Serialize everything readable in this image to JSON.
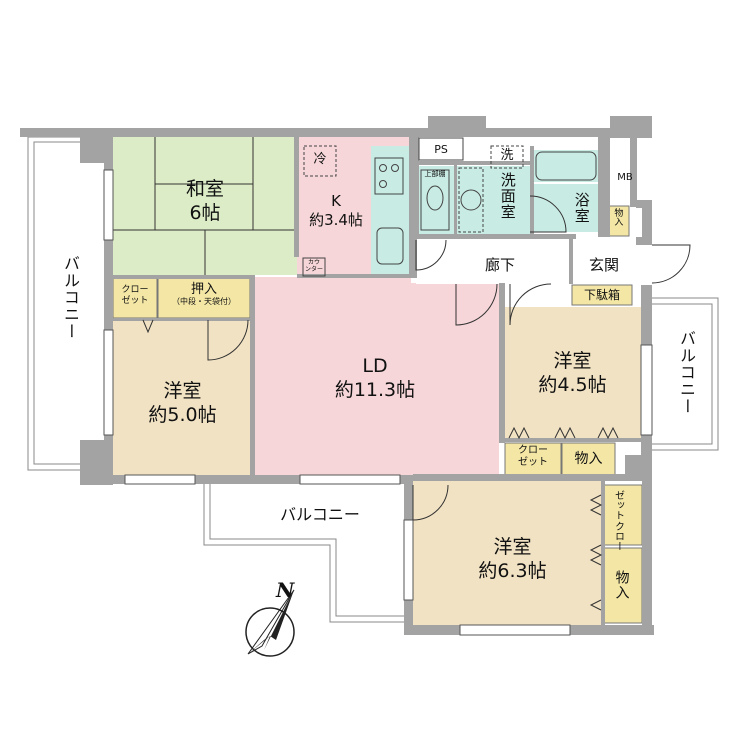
{
  "rooms": {
    "washitsu": {
      "name": "和室",
      "size": "6帖"
    },
    "kitchen": {
      "name": "K",
      "size": "約3.4帖"
    },
    "ld": {
      "name": "LD",
      "size": "約11.3帖"
    },
    "youshitsu_left": {
      "name": "洋室",
      "size": "約5.0帖"
    },
    "youshitsu_right": {
      "name": "洋室",
      "size": "約4.5帖"
    },
    "youshitsu_bottom": {
      "name": "洋室",
      "size": "約6.3帖"
    },
    "washroom": {
      "name": "洗面室"
    },
    "bathroom": {
      "name": "浴室"
    },
    "hallway": {
      "name": "廊下"
    },
    "entrance": {
      "name": "玄関"
    }
  },
  "storage": {
    "oshiire": {
      "name": "押入",
      "note": "（中段・天袋付）"
    },
    "closet_left": {
      "line1": "クロー",
      "line2": "ゼット"
    },
    "closet_right": {
      "line1": "クロー",
      "line2": "ゼット"
    },
    "closet_bottom": {
      "line1": "クロー",
      "line2": "ゼット"
    },
    "monoire_right": "物入",
    "monoire_bottom": "物入",
    "monoire_entrance": "物入",
    "shoe_box": "下駄箱"
  },
  "fixtures": {
    "fridge": "冷",
    "washer": "洗",
    "ps": "PS",
    "mb": "MB",
    "counter_line1": "カウ",
    "counter_line2": "ンター",
    "upper_shelf": "上部棚"
  },
  "balconies": {
    "left": "バルコニー",
    "right": "バルコニー",
    "bottom": "バルコニー"
  },
  "compass": "N",
  "colors": {
    "washitsu": "#dcecc7",
    "kitchen": "#f6d6d8",
    "ld": "#f6d6d8",
    "youshitsu": "#f1e2c3",
    "storage": "#f4e7a6",
    "water": "#c8ebe3",
    "wall": "#a3a3a3",
    "entrance": "#ffffff"
  }
}
